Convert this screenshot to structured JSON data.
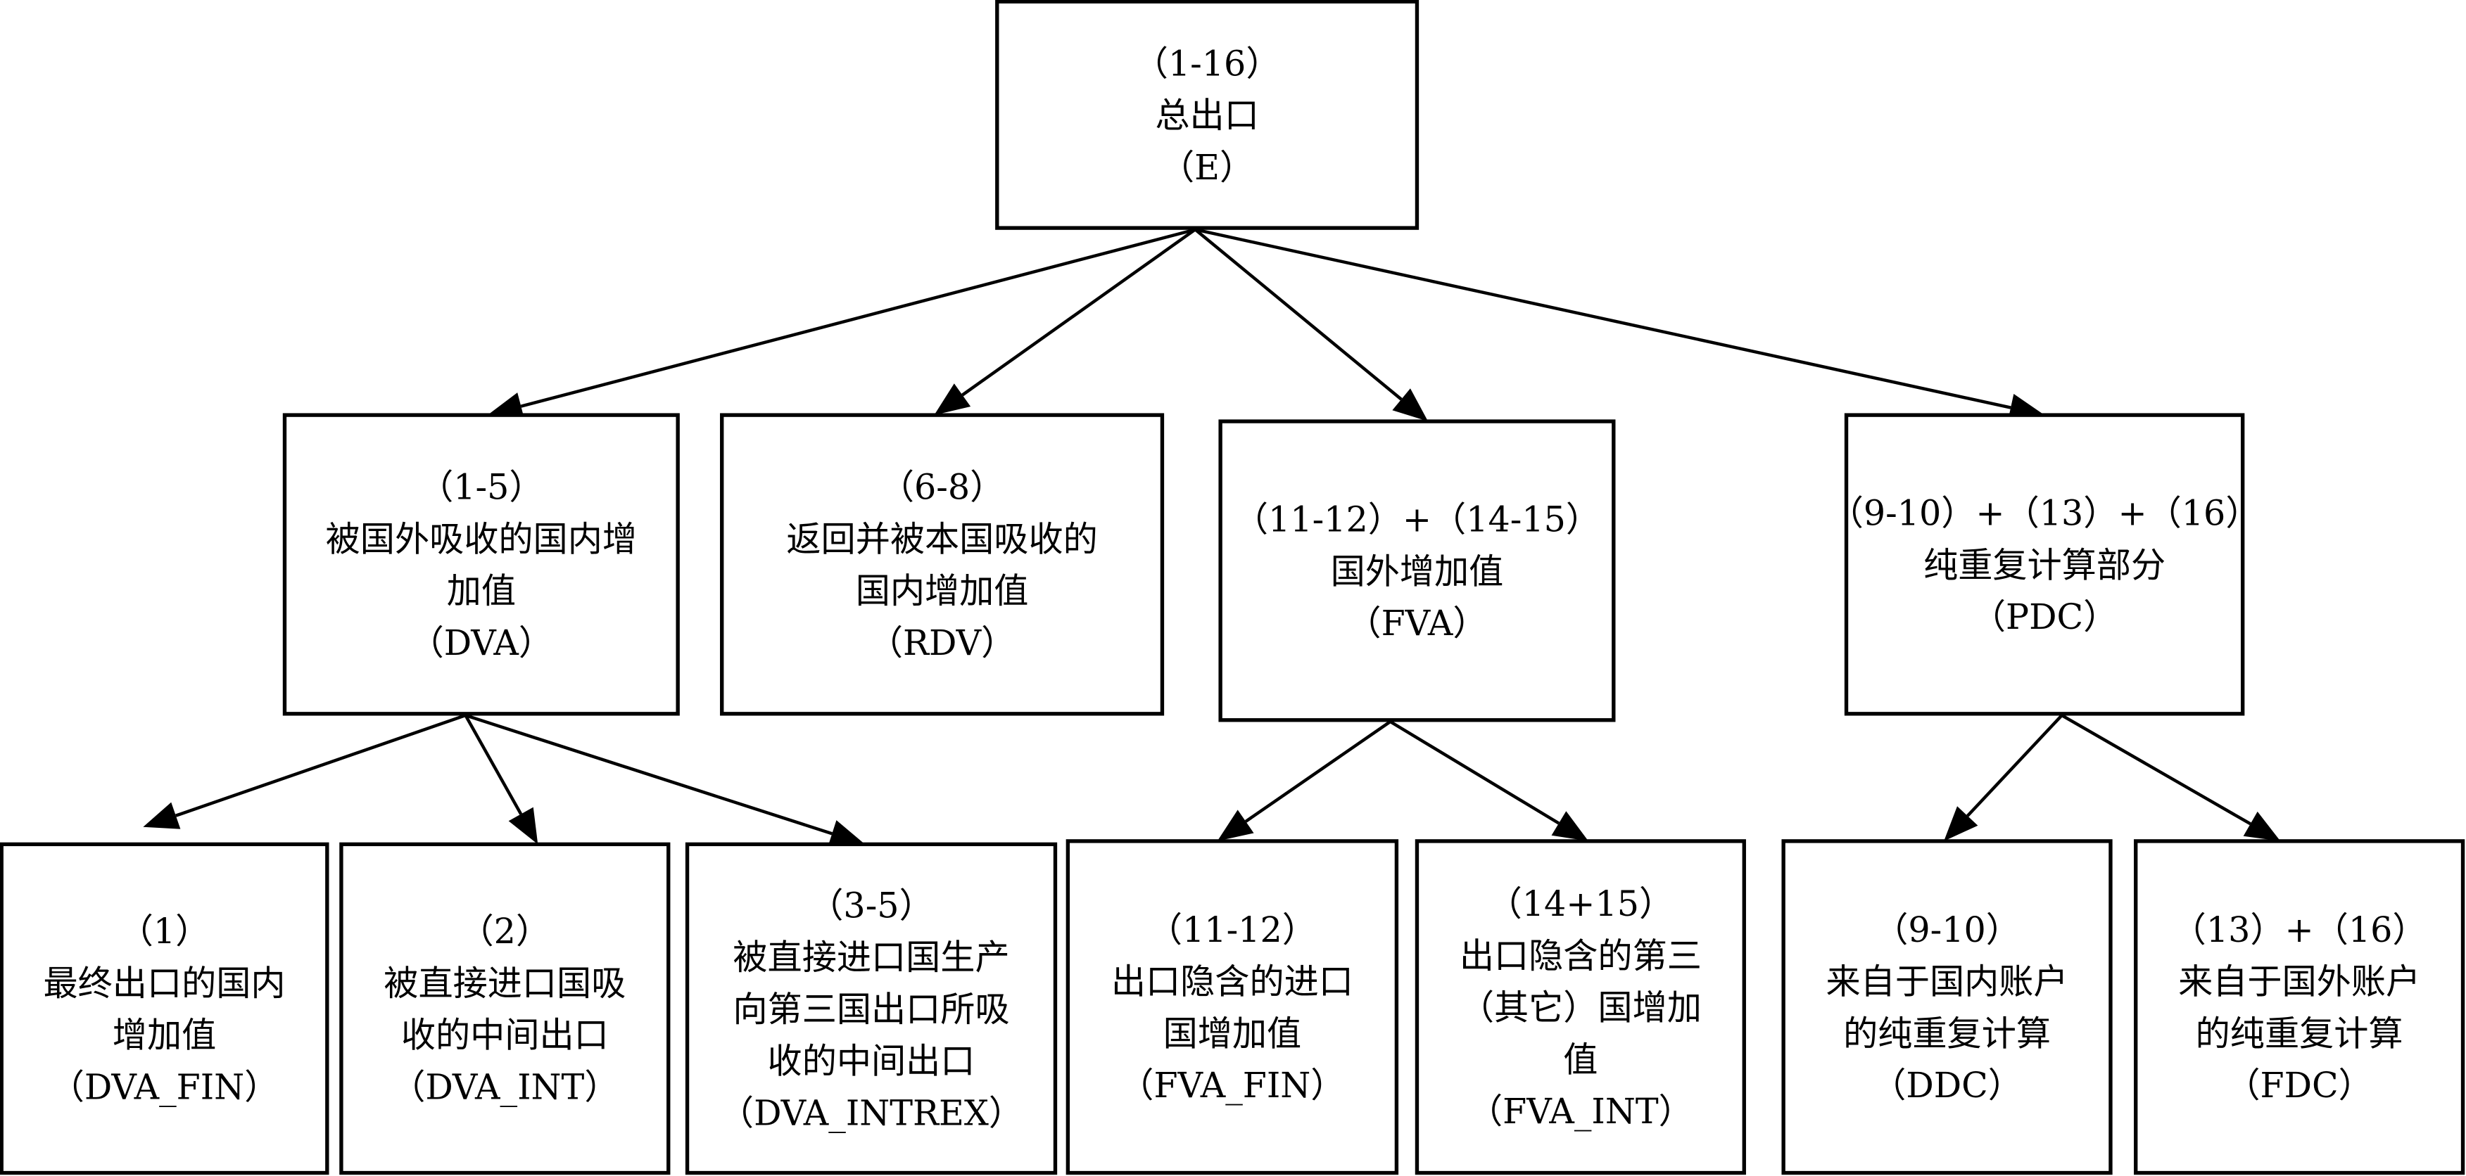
{
  "nodes": {
    "total": {
      "lines": [
        "（1-16）",
        "总出口",
        "（E）"
      ]
    },
    "dva": {
      "lines": [
        "（1-5）",
        "被国外吸收的国内增",
        "加值",
        "（DVA）"
      ]
    },
    "rdv": {
      "lines": [
        "（6-8）",
        "返回并被本国吸收的",
        "国内增加值",
        "（RDV）"
      ]
    },
    "fva": {
      "lines": [
        "（11-12）+（14-15）",
        "国外增加值",
        "（FVA）"
      ]
    },
    "pdc": {
      "lines": [
        "（9-10）+（13）+（16）",
        "纯重复计算部分",
        "（PDC）"
      ]
    },
    "dva_fin": {
      "lines": [
        "（1）",
        "最终出口的国内",
        "增加值",
        "（DVA_FIN）"
      ]
    },
    "dva_int": {
      "lines": [
        "（2）",
        "被直接进口国吸",
        "收的中间出口",
        "（DVA_INT）"
      ]
    },
    "dva_intrex": {
      "lines": [
        "（3-5）",
        "被直接进口国生产",
        "向第三国出口所吸",
        "收的中间出口",
        "（DVA_INTREX）"
      ]
    },
    "fva_fin": {
      "lines": [
        "（11-12）",
        "出口隐含的进口",
        "国增加值",
        "（FVA_FIN）"
      ]
    },
    "fva_int": {
      "lines": [
        "（14+15）",
        "出口隐含的第三",
        "（其它）国增加",
        "值",
        "（FVA_INT）"
      ]
    },
    "ddc": {
      "lines": [
        "（9-10）",
        "来自于国内账户",
        "的纯重复计算",
        "（DDC）"
      ]
    },
    "fdc": {
      "lines": [
        "（13）+（16）",
        "来自于国外账户",
        "的纯重复计算",
        "（FDC）"
      ]
    }
  },
  "edges": [
    {
      "from": "total",
      "to": "dva"
    },
    {
      "from": "total",
      "to": "rdv"
    },
    {
      "from": "total",
      "to": "fva"
    },
    {
      "from": "total",
      "to": "pdc"
    },
    {
      "from": "dva",
      "to": "dva_fin"
    },
    {
      "from": "dva",
      "to": "dva_int"
    },
    {
      "from": "dva",
      "to": "dva_intrex"
    },
    {
      "from": "fva",
      "to": "fva_fin"
    },
    {
      "from": "fva",
      "to": "fva_int"
    },
    {
      "from": "pdc",
      "to": "ddc"
    },
    {
      "from": "pdc",
      "to": "fdc"
    }
  ]
}
